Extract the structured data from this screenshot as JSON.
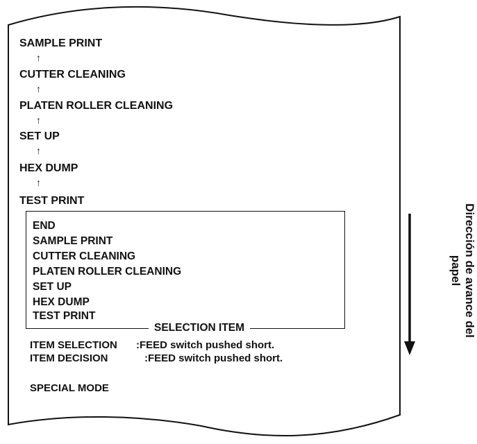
{
  "menu_sequence": [
    "SAMPLE PRINT",
    "CUTTER CLEANING",
    "PLATEN ROLLER CLEANING",
    "SET UP",
    "HEX DUMP",
    "TEST PRINT"
  ],
  "up_arrow_glyph": "↑",
  "selection_box": {
    "items": [
      "END",
      "SAMPLE PRINT",
      "CUTTER CLEANING",
      "PLATEN ROLLER CLEANING",
      "SET UP",
      "HEX DUMP",
      "TEST PRINT"
    ],
    "caption": "SELECTION ITEM"
  },
  "instructions": [
    {
      "label": "ITEM SELECTION",
      "action": ":FEED switch pushed short."
    },
    {
      "label": "ITEM DECISION",
      "action": ":FEED switch pushed short."
    }
  ],
  "mode_label": "SPECIAL MODE",
  "direction_label": {
    "line1": "Dirección de avance del",
    "line2": "papel"
  }
}
